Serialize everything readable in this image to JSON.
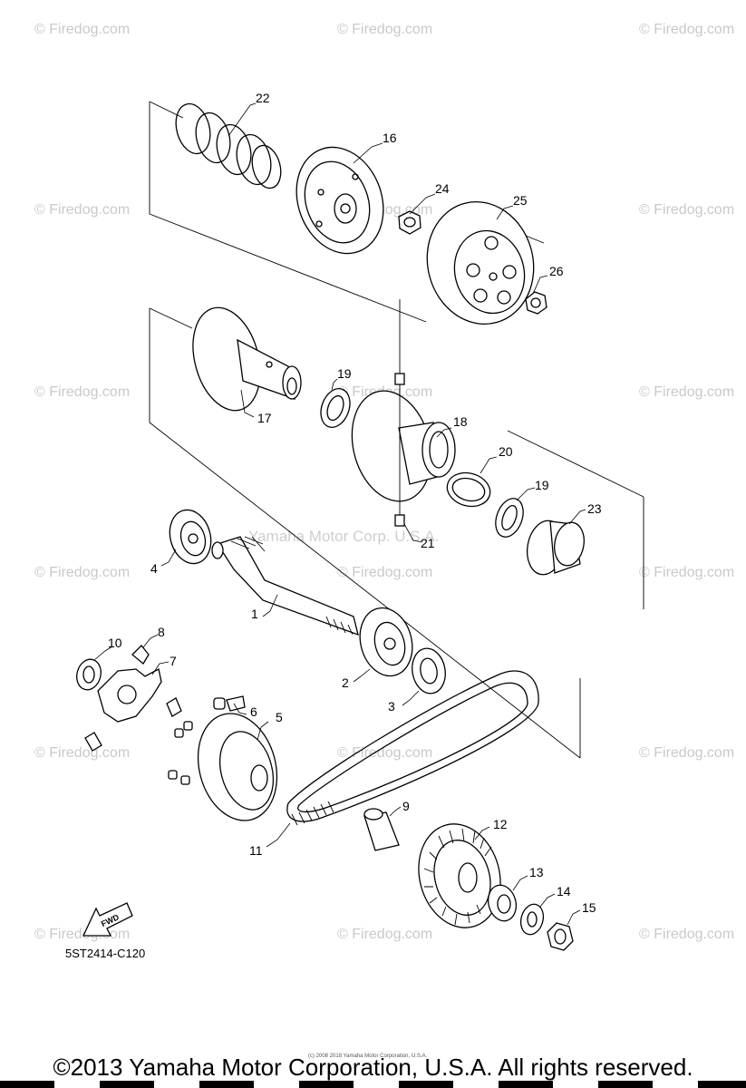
{
  "watermark": "© Firedog.com",
  "center_watermark": "Yamaha Motor Corp. U.S.A.",
  "diagram_code": "5ST2414-C120",
  "fwd_label": "FWD",
  "tiny_notice": "(c) 2008 2018 Yamaha Motor Corporation, U.S.A.",
  "copyright": "©2013 Yamaha Motor Corporation, U.S.A. All rights reserved.",
  "callouts": {
    "c1": "1",
    "c2": "2",
    "c3": "3",
    "c4": "4",
    "c5": "5",
    "c6": "6",
    "c7": "7",
    "c8": "8",
    "c9": "9",
    "c10": "10",
    "c11": "11",
    "c12": "12",
    "c13": "13",
    "c14": "14",
    "c15": "15",
    "c16": "16",
    "c17": "17",
    "c18": "18",
    "c19a": "19",
    "c19b": "19",
    "c20": "20",
    "c21": "21",
    "c22": "22",
    "c23": "23",
    "c24": "24",
    "c25": "25",
    "c26": "26"
  }
}
